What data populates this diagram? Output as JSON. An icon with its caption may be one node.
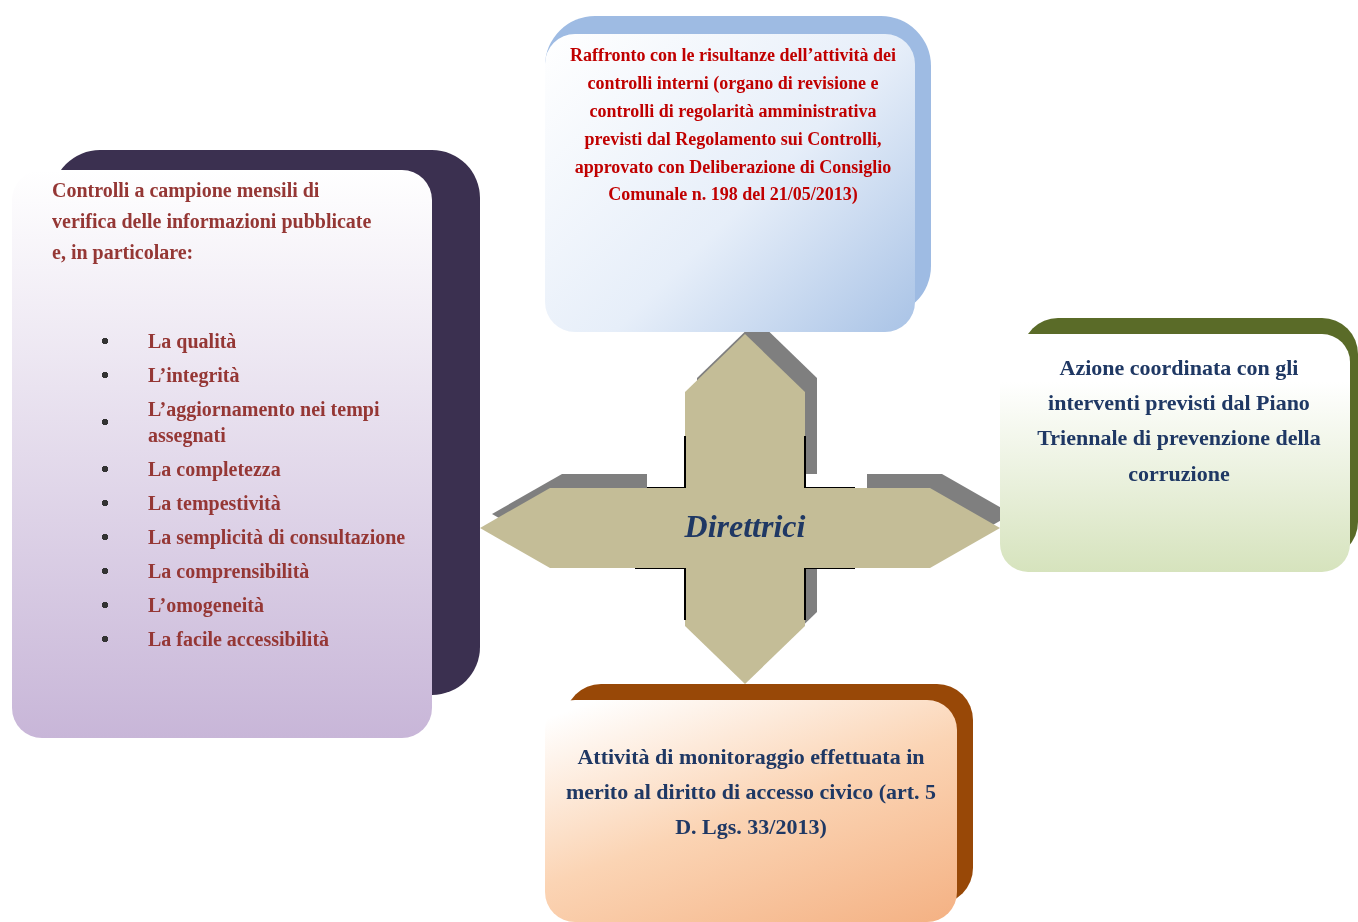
{
  "diagram": {
    "nodes": [
      {
        "text": [
          "Controlli a campione mensili di verifica delle informazioni pubblicate e, in particolare:",
          "La qualità",
          "L’integrità",
          "L’aggiornamento nei tempi assegnati",
          "La completezza",
          "La tempestività",
          "La semplicità di consultazione",
          "La comprensibilità",
          "L’omogeneità",
          "La facile accessibilità"
        ]
      },
      {
        "text": [
          "Raffronto con le risultanze dell’attività dei controlli interni (organo di revisione e controlli di regolarità amministrativa previsti dal Regolamento sui Controlli, approvato con Deliberazione di Consiglio Comunale n. 198 del 21/05/2013)"
        ]
      },
      {
        "text": [
          "Direttrici"
        ]
      },
      {
        "text": [
          "Azione coordinata con gli interventi previsti dal Piano Triennale di prevenzione della corruzione"
        ]
      },
      {
        "text": [
          "Attività di monitoraggio effettuata in merito al diritto di accesso civico (art. 5 D. Lgs. 33/2013)"
        ]
      }
    ],
    "edges": [
      {
        "from": 2,
        "to": 1,
        "arrow": "to"
      },
      {
        "from": 2,
        "to": 0,
        "arrow": "to"
      },
      {
        "from": 2,
        "to": 3,
        "arrow": "to"
      },
      {
        "from": 2,
        "to": 4,
        "arrow": "to"
      }
    ]
  }
}
